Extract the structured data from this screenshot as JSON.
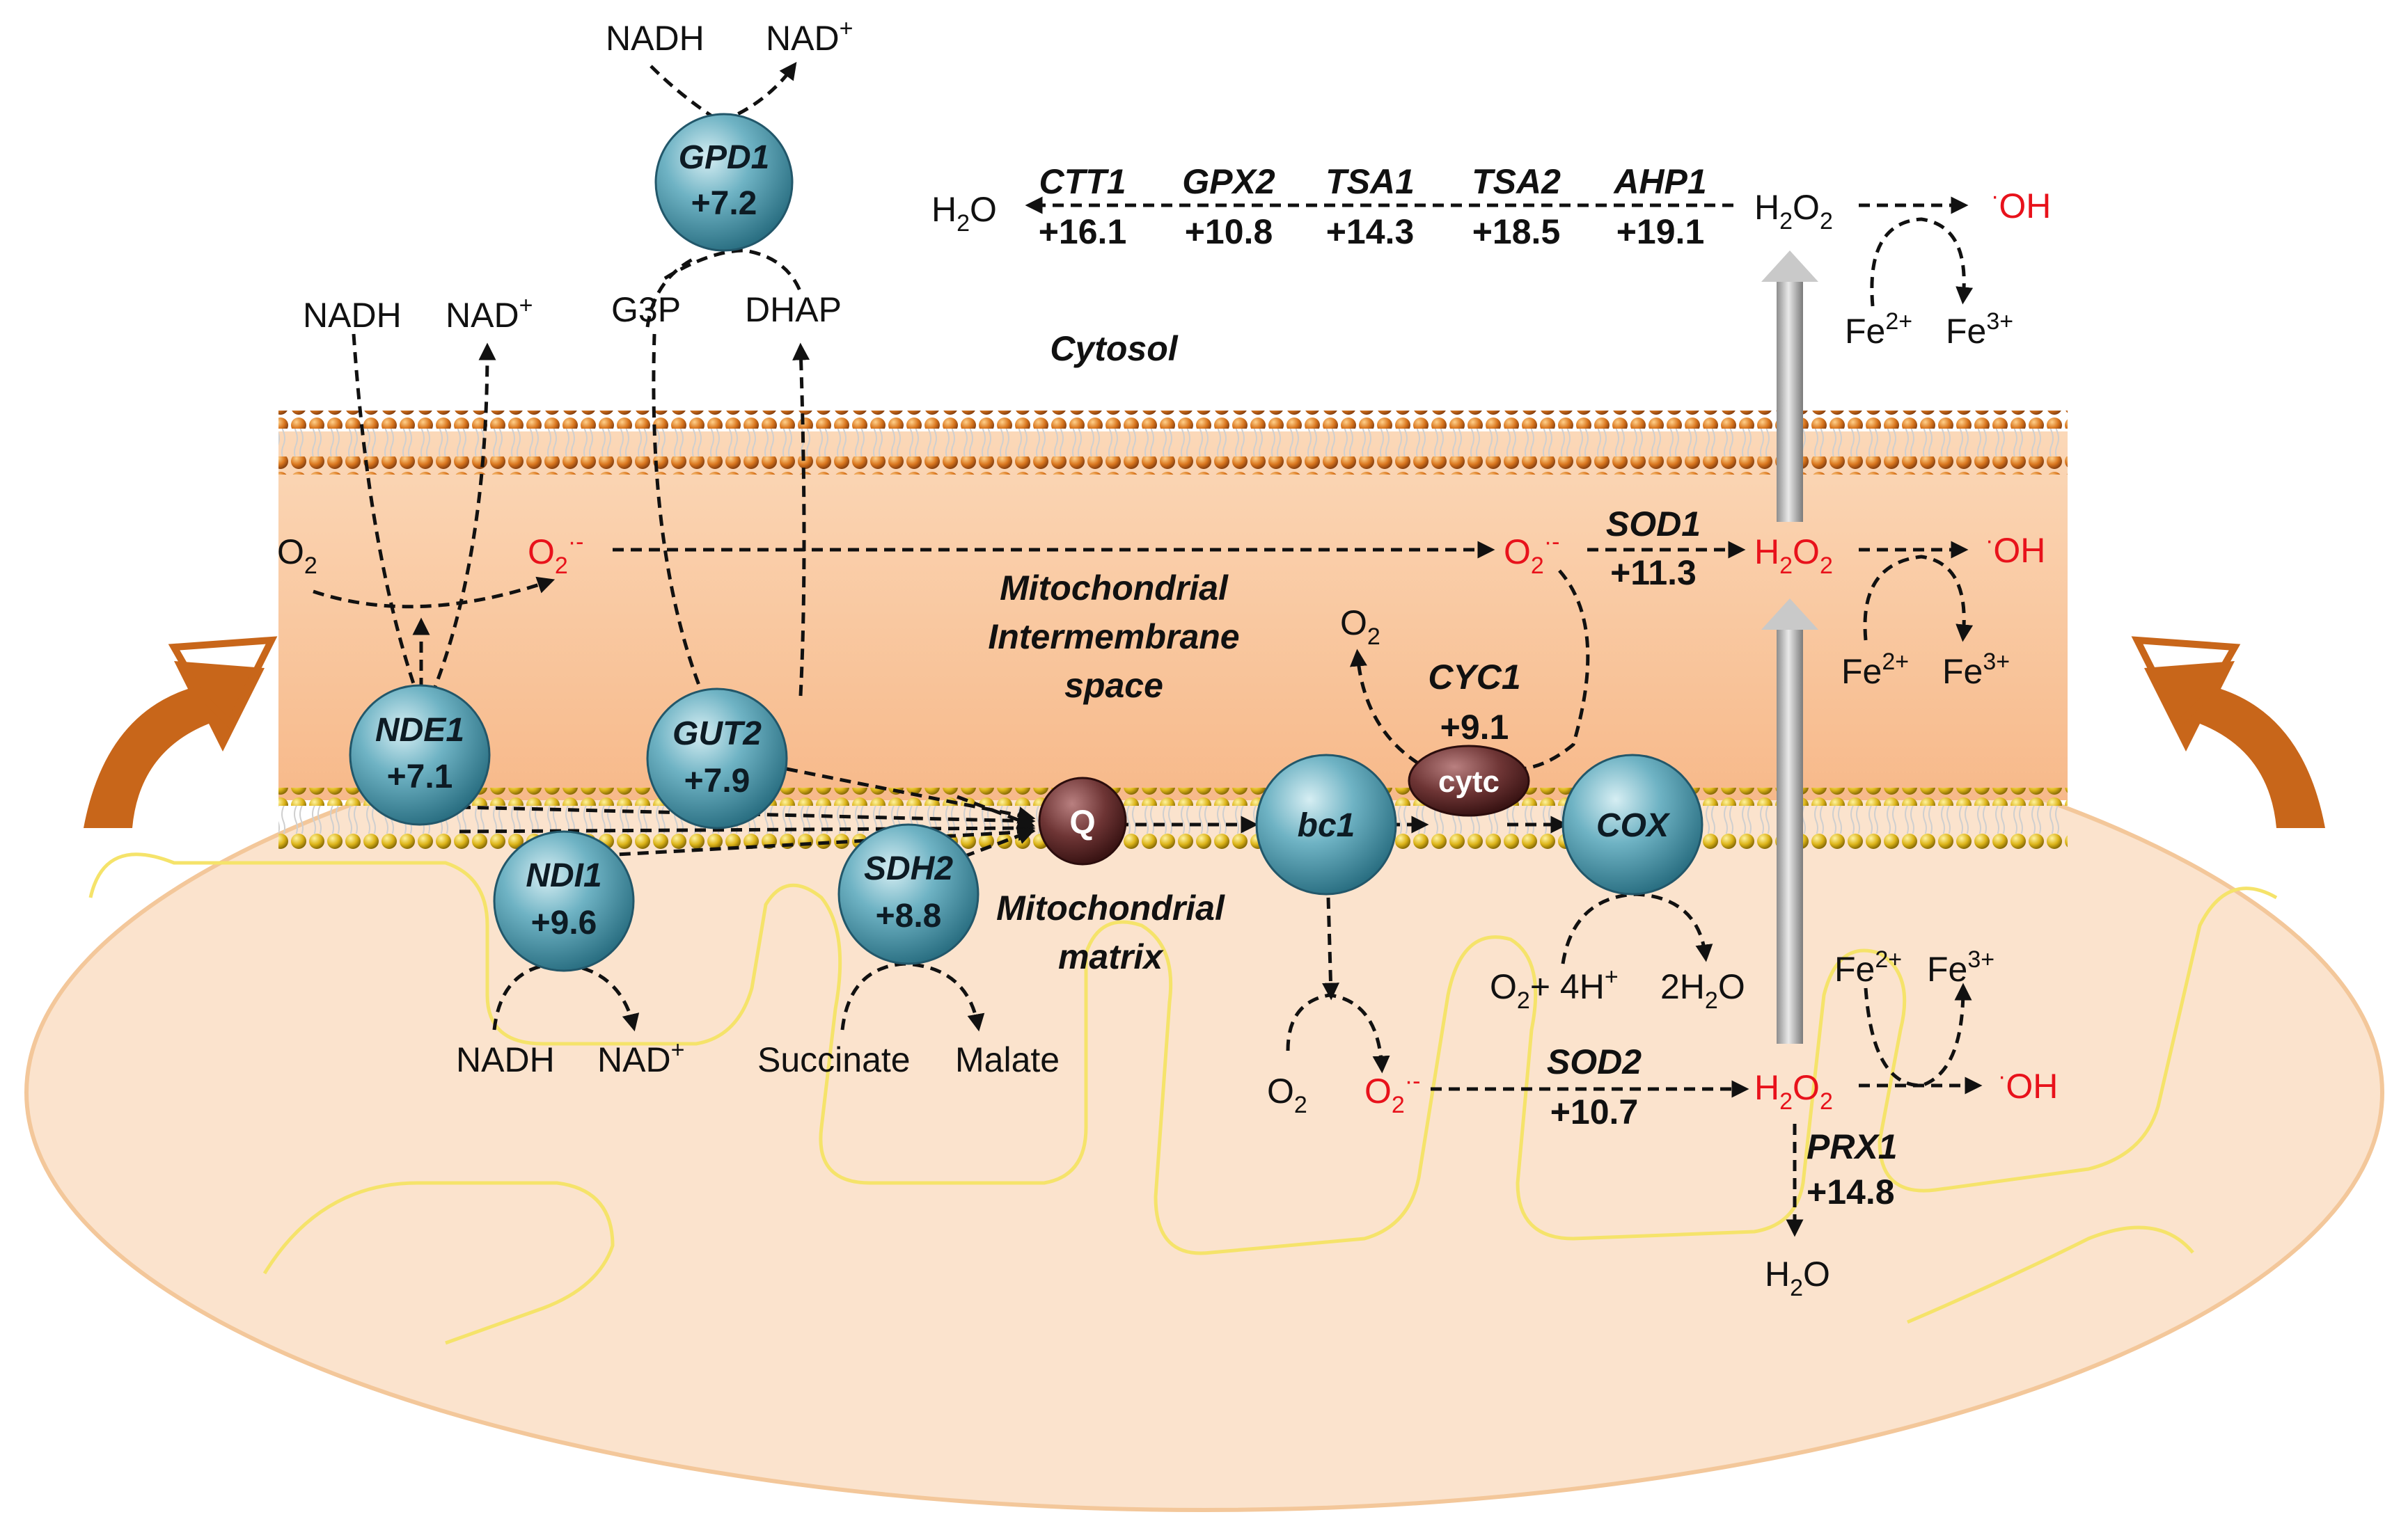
{
  "regions": {
    "cytosol": "Cytosol",
    "ims_line1": "Mitochondrial",
    "ims_line2": "Intermembrane",
    "ims_line3": "space",
    "matrix_line1": "Mitochondrial",
    "matrix_line2": "matrix"
  },
  "enzymes": {
    "gpd1": {
      "name": "GPD1",
      "value": "+7.2"
    },
    "nde1": {
      "name": "NDE1",
      "value": "+7.1"
    },
    "gut2": {
      "name": "GUT2",
      "value": "+7.9"
    },
    "ndi1": {
      "name": "NDI1",
      "value": "+9.6"
    },
    "sdh2": {
      "name": "SDH2",
      "value": "+8.8"
    },
    "q": {
      "name": "Q"
    },
    "bc1": {
      "name": "bc1"
    },
    "cytc": {
      "name": "cytc"
    },
    "cox": {
      "name": "COX"
    }
  },
  "antioxidants": {
    "ctt1": {
      "name": "CTT1",
      "value": "+16.1"
    },
    "gpx2": {
      "name": "GPX2",
      "value": "+10.8"
    },
    "tsa1": {
      "name": "TSA1",
      "value": "+14.3"
    },
    "tsa2": {
      "name": "TSA2",
      "value": "+18.5"
    },
    "ahp1": {
      "name": "AHP1",
      "value": "+19.1"
    },
    "sod1": {
      "name": "SOD1",
      "value": "+11.3"
    },
    "cyc1": {
      "name": "CYC1",
      "value": "+9.1"
    },
    "sod2": {
      "name": "SOD2",
      "value": "+10.7"
    },
    "prx1": {
      "name": "PRX1",
      "value": "+14.8"
    }
  },
  "metabolites": {
    "nadh": "NADH",
    "nad": "NAD",
    "g3p": "G3P",
    "dhap": "DHAP",
    "succinate": "Succinate",
    "malate": "Malate",
    "h2o_text": "H",
    "h2o_tail": "O",
    "h2o2_h": "H",
    "h2o2_o": "O",
    "o_letter": "O",
    "oh": "OH",
    "fe": "Fe",
    "fe2_sup": "2+",
    "fe3_sup": "3+",
    "plus_sup": "+",
    "sub_2": "2",
    "radical_sup": "·-",
    "dot": "·",
    "cox_substrate_mid": "+ 4H",
    "cox_product": "2H"
  },
  "colors": {
    "ros": "#e8121b",
    "enzyme": "#4f9fb3",
    "membrane_outer": "#d9761e",
    "membrane_inner": "#e6c21a",
    "matrix": "#fbe1c8",
    "arrow": "#c8661a"
  }
}
